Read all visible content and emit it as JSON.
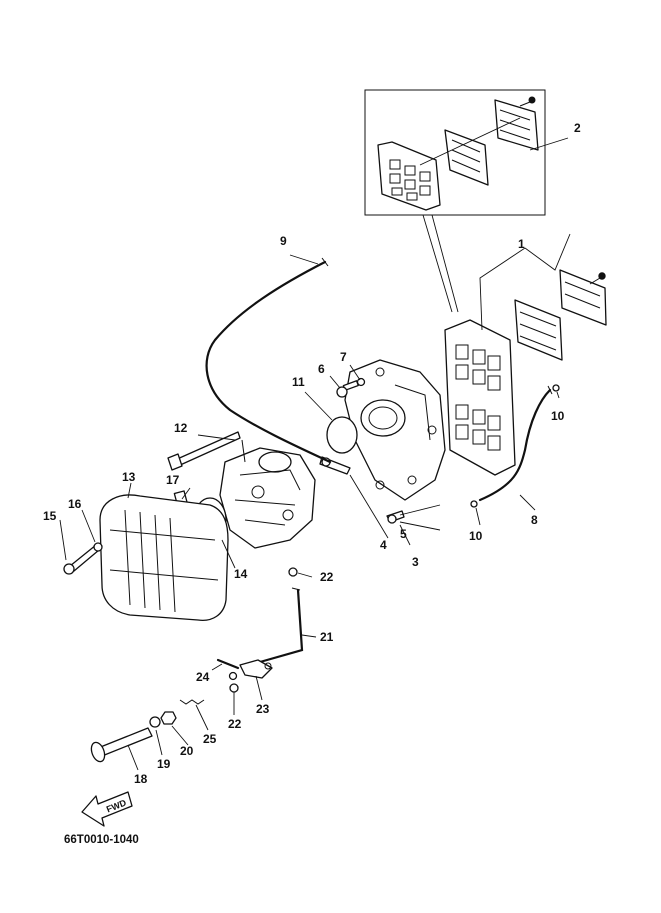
{
  "diagram": {
    "callouts": [
      "1",
      "2",
      "3",
      "4",
      "5",
      "6",
      "7",
      "8",
      "9",
      "10",
      "10",
      "11",
      "12",
      "13",
      "14",
      "15",
      "16",
      "17",
      "18",
      "19",
      "20",
      "21",
      "22",
      "22",
      "23",
      "24",
      "25"
    ],
    "fwd_label": "FWD",
    "figure_code": "66T0010-1040"
  }
}
